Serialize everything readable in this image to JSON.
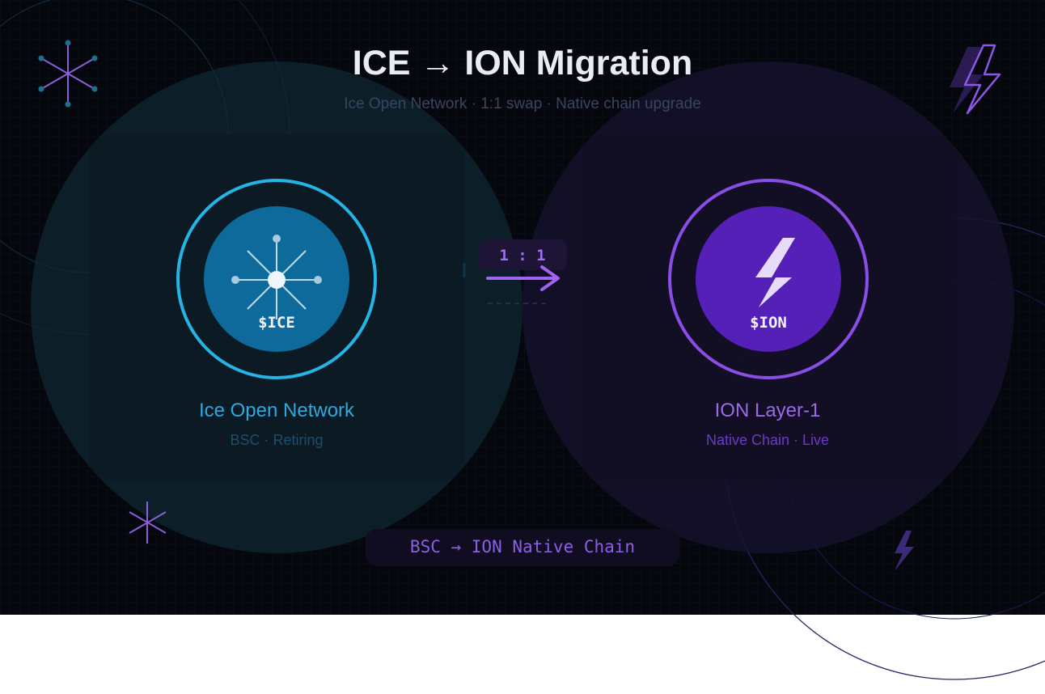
{
  "title": "ICE → ION Migration",
  "subtitle": "Ice Open Network · 1:1 swap · Native chain upgrade",
  "source_token": {
    "name": "Ice Open Network",
    "status": "BSC · Retiring",
    "ticker": "$ICE",
    "icon": "snowflake-node-icon",
    "color": "#2ea8df"
  },
  "target_token": {
    "name": "ION Layer-1",
    "status": "Native Chain · Live",
    "ticker": "$ION",
    "icon": "lightning-bolt-icon",
    "color": "#8b4ee8"
  },
  "swap": {
    "ratio": "1 : 1",
    "arrow_icon": "arrow-right-icon"
  },
  "footer": {
    "label": "BSC → ION Native Chain"
  },
  "colors": {
    "background": "#05070d",
    "ice_accent": "#2ea8df",
    "ion_accent": "#8b4ee8"
  }
}
